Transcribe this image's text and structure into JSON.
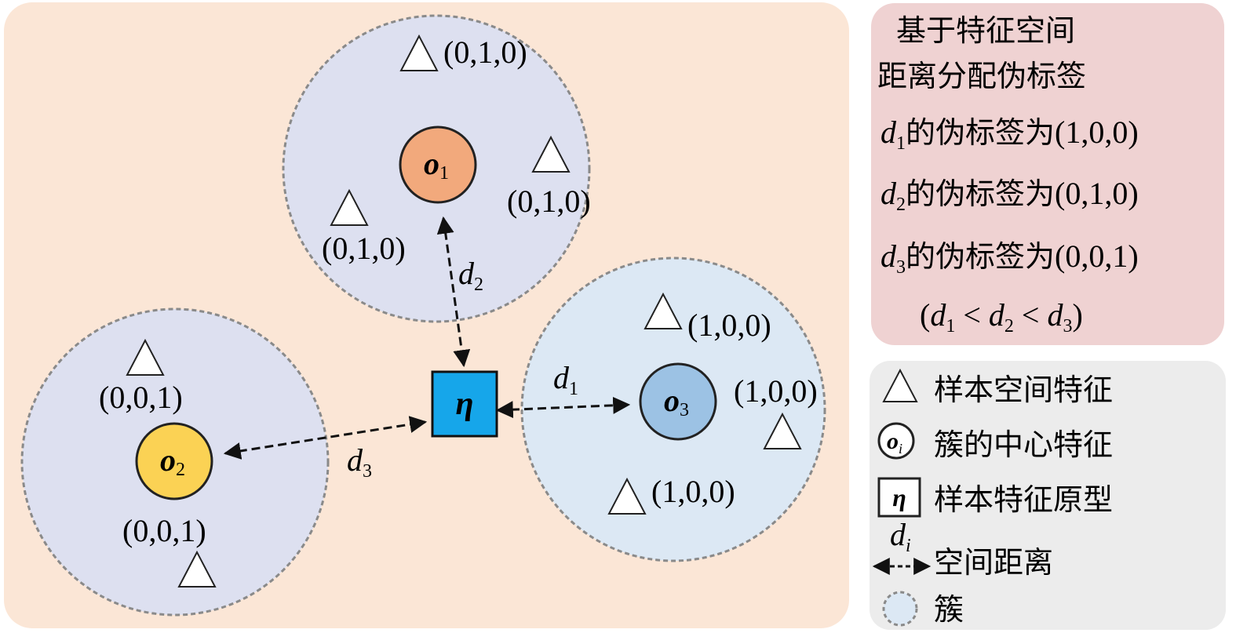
{
  "colors": {
    "main_bg": "#fbe6d6",
    "info_bg": "#efd2d2",
    "legend_bg": "#ececec",
    "cluster_fill_1": "#dde0f0",
    "cluster_fill_2": "#dde0f0",
    "cluster_fill_3": "#dce8f4",
    "center_o1": "#f2a97c",
    "center_o2": "#fbd254",
    "center_o3": "#9cc2e4",
    "prototype": "#16a6ea"
  },
  "clusters": [
    {
      "center": {
        "letter": "o",
        "sub": "1"
      },
      "samples": [
        {
          "label": "(0,1,0)"
        },
        {
          "label": "(0,1,0)"
        },
        {
          "label": "(0,1,0)"
        }
      ]
    },
    {
      "center": {
        "letter": "o",
        "sub": "2"
      },
      "samples": [
        {
          "label": "(0,0,1)"
        },
        {
          "label": "(0,0,1)"
        }
      ]
    },
    {
      "center": {
        "letter": "o",
        "sub": "3"
      },
      "samples": [
        {
          "label": "(1,0,0)"
        },
        {
          "label": "(1,0,0)"
        },
        {
          "label": "(1,0,0)"
        }
      ]
    }
  ],
  "prototype_label": "η",
  "distances": [
    {
      "letter": "d",
      "sub": "1"
    },
    {
      "letter": "d",
      "sub": "2"
    },
    {
      "letter": "d",
      "sub": "3"
    }
  ],
  "info_panel": {
    "title_line1": "基于特征空间",
    "title_line2": "距离分配伪标签",
    "rules": [
      {
        "d": "d",
        "sub": "1",
        "text": "的伪标签为",
        "label": "(1,0,0)"
      },
      {
        "d": "d",
        "sub": "2",
        "text": "的伪标签为",
        "label": "(0,1,0)"
      },
      {
        "d": "d",
        "sub": "3",
        "text": "的伪标签为",
        "label": "(0,0,1)"
      }
    ],
    "order": {
      "open": "(",
      "d1": "d",
      "s1": "1",
      "lt1": " < ",
      "d2": "d",
      "s2": "2",
      "lt2": " < ",
      "d3": "d",
      "s3": "3",
      "close": ")"
    }
  },
  "legend": {
    "items": [
      {
        "label": "样本空间特征"
      },
      {
        "label": "簇的中心特征",
        "symbol_letter": "o",
        "symbol_sub": "i"
      },
      {
        "label": "样本特征原型",
        "symbol_letter": "η"
      },
      {
        "label": "空间距离",
        "symbol_letter": "d",
        "symbol_sub": "i"
      },
      {
        "label": "簇"
      }
    ]
  }
}
